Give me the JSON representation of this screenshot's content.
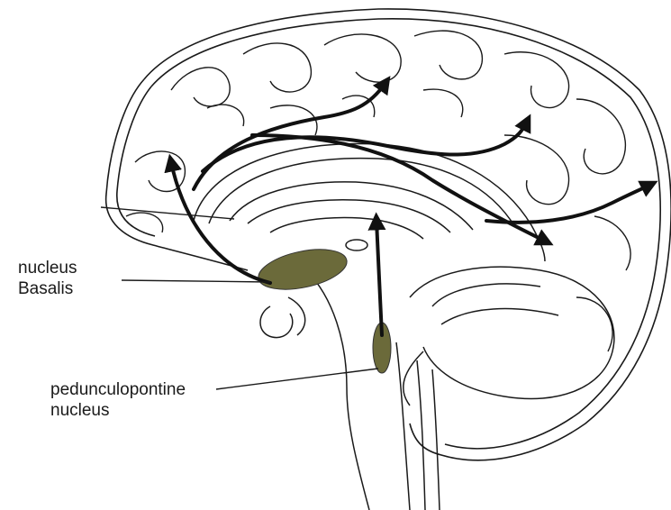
{
  "labels": {
    "nucleus_basalis": [
      "nucleus",
      "Basalis"
    ],
    "pedunculopontine": [
      "pedunculopontine",
      "nucleus"
    ]
  },
  "colors": {
    "nucleus_fill": "#6b6a3a",
    "outline": "#1a1a1a",
    "background": "#ffffff"
  }
}
